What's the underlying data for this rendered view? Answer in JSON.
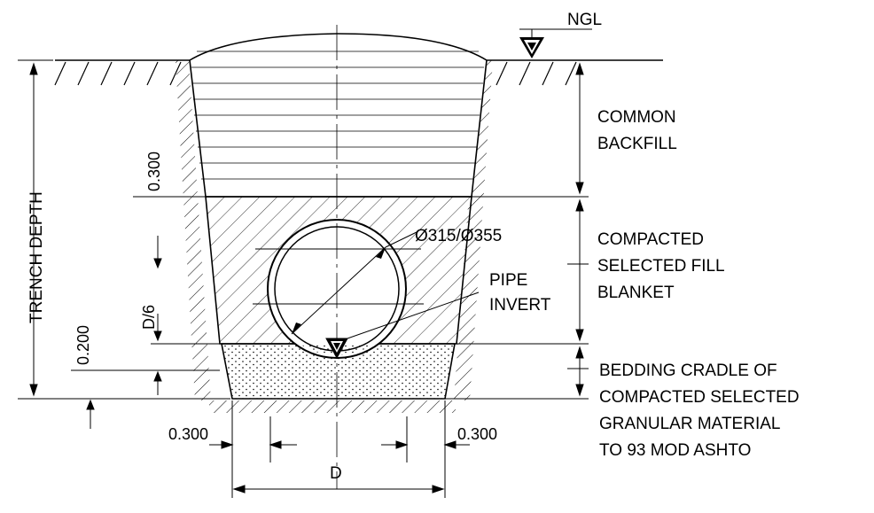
{
  "labels": {
    "ngl": "NGL",
    "trench_depth": "TRENCH DEPTH",
    "common_backfill": [
      "COMMON",
      "BACKFILL"
    ],
    "selected_fill": [
      "COMPACTED",
      "SELECTED FILL",
      "BLANKET"
    ],
    "pipe_invert": [
      "PIPE",
      "INVERT"
    ],
    "bedding": [
      "BEDDING CRADLE OF",
      "COMPACTED SELECTED",
      "GRANULAR MATERIAL",
      "TO 93 MOD ASHTO"
    ],
    "pipe_diameter": "Ø315/Ø355"
  },
  "dimensions": {
    "layer_300": "0.300",
    "layer_200": "0.200",
    "d6": "D/6",
    "side_left": "0.300",
    "side_right": "0.300",
    "width": "D"
  }
}
